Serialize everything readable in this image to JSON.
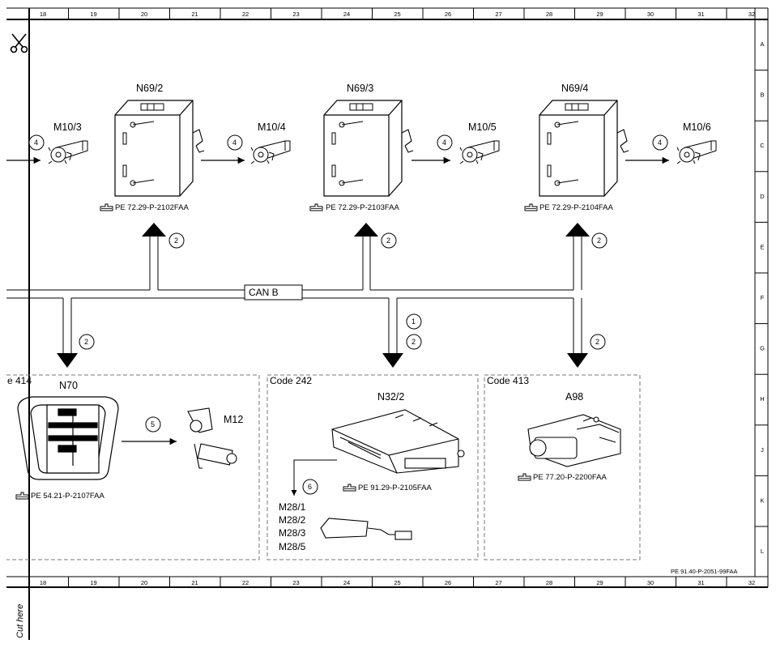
{
  "grid": {
    "columns": [
      "18",
      "19",
      "20",
      "21",
      "22",
      "23",
      "24",
      "25",
      "26",
      "27",
      "28",
      "29",
      "30",
      "31",
      "32"
    ],
    "rows": [
      "A",
      "B",
      "C",
      "D",
      "E",
      "F",
      "G",
      "H",
      "J",
      "K",
      "L"
    ]
  },
  "bus_label": "CAN B",
  "controllers": [
    {
      "id": "N69/2",
      "ref": "PE 72.29-P-2102FAA"
    },
    {
      "id": "N69/3",
      "ref": "PE 72.29-P-2103FAA"
    },
    {
      "id": "N69/4",
      "ref": "PE 72.29-P-2104FAA"
    }
  ],
  "motors": [
    "M10/3",
    "M10/4",
    "M10/5",
    "M10/6"
  ],
  "signal_numbers": {
    "motor_link": "4",
    "can_link": "2",
    "n32_upper": "1",
    "n70_link": "5",
    "seat_link": "6"
  },
  "panels": {
    "n70": {
      "code": "e 414",
      "id": "N70",
      "ref": "PE 54.21-P-2107FAA",
      "motor": "M12"
    },
    "n32": {
      "code": "Code 242",
      "id": "N32/2",
      "ref": "PE 91.29-P-2105FAA",
      "motors": [
        "M28/1",
        "M28/2",
        "M28/3",
        "M28/5"
      ]
    },
    "a98": {
      "code": "Code 413",
      "id": "A98",
      "ref": "PE 77.20-P-2200FAA"
    }
  },
  "footer_ref": "PE 91.40-P-2051-99FAA",
  "cut_label": "Cut here",
  "icons": {
    "scissors": "scissors-icon",
    "pointer": "pointing-hand-icon"
  }
}
